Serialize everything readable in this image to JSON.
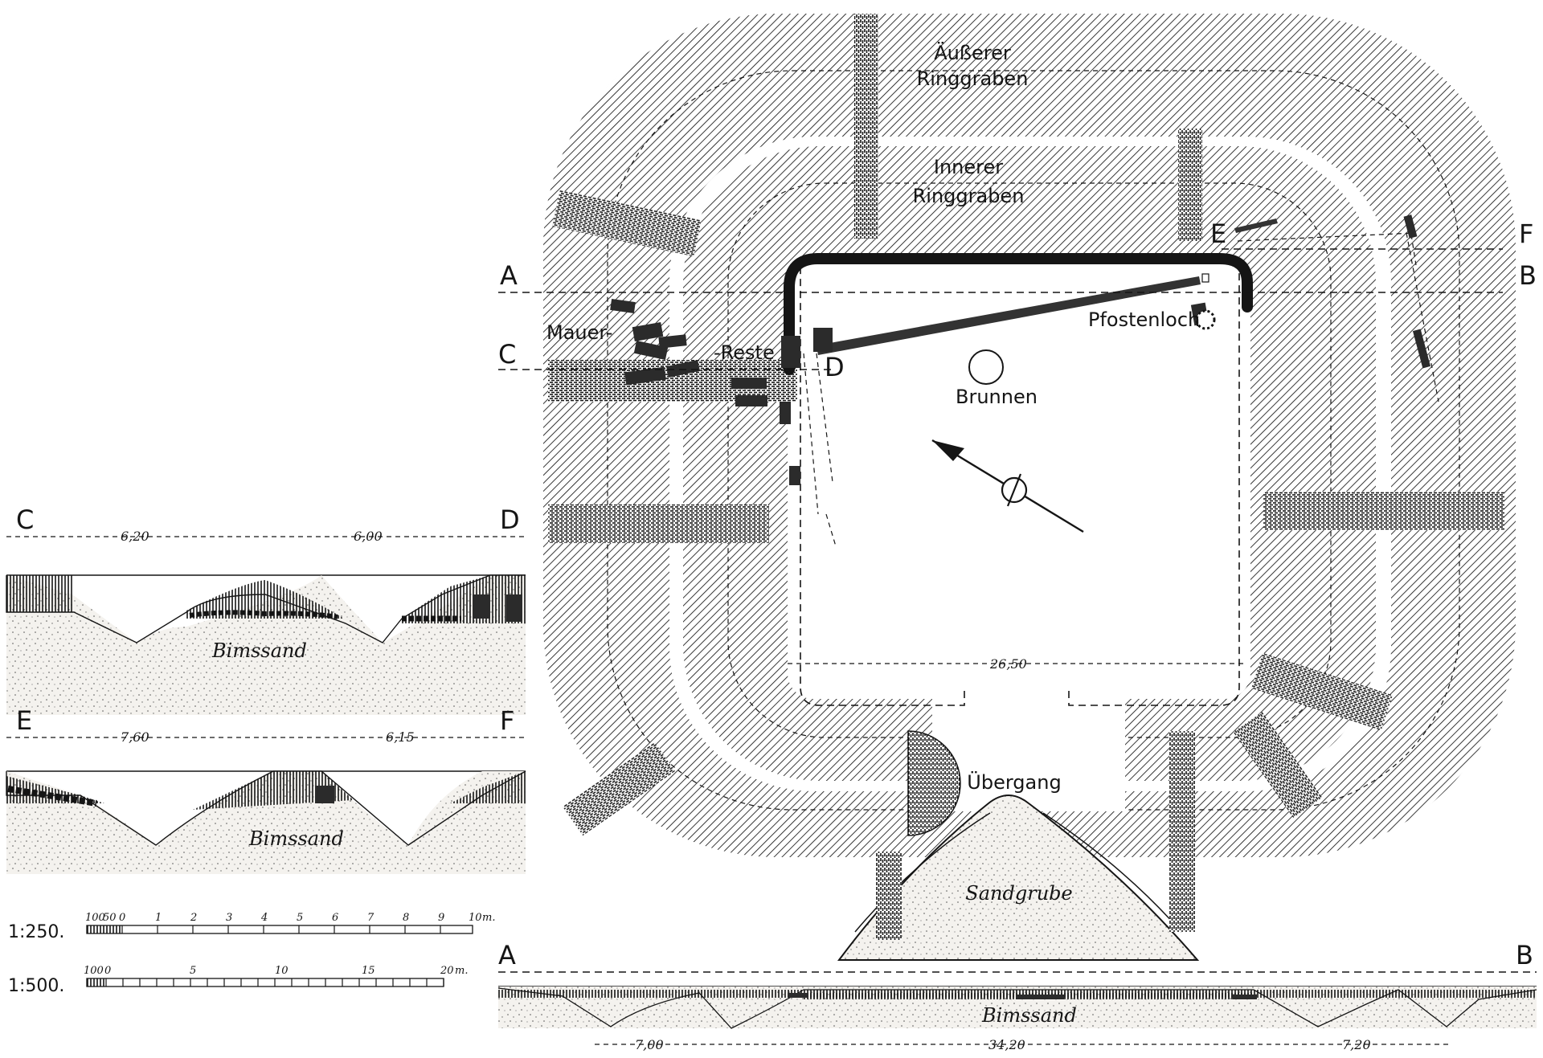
{
  "plan": {
    "labels": {
      "outer_ditch_1": "Äußerer",
      "outer_ditch_2": "Ringgraben",
      "inner_ditch_1": "Innerer",
      "inner_ditch_2": "Ringgraben",
      "wall_remains_1": "Mauer-",
      "wall_remains_2": "-Reste",
      "post_hole": "Pfostenloch",
      "well": "Brunnen",
      "crossing": "Übergang",
      "sand_pit": "Sandgrube"
    },
    "section_letters": {
      "a": "A",
      "b": "B",
      "c": "C",
      "d": "D",
      "e": "E",
      "f": "F"
    },
    "interior_width": "26,50"
  },
  "profiles": {
    "cd": {
      "left_letter": "C",
      "right_letter": "D",
      "left_dim": "6,20",
      "right_dim": "6,00",
      "soil": "Bimssand"
    },
    "ef": {
      "left_letter": "E",
      "right_letter": "F",
      "left_dim": "7,60",
      "right_dim": "6,15",
      "soil": "Bimssand"
    },
    "ab": {
      "left_letter": "A",
      "right_letter": "B",
      "left_dim": "7,00",
      "mid_dim": "34,20",
      "right_dim": "7,20",
      "soil": "Bimssand"
    }
  },
  "scales": {
    "s250": {
      "label": "1:250.",
      "ticks": [
        "100",
        "50",
        "0",
        "1",
        "2",
        "3",
        "4",
        "5",
        "6",
        "7",
        "8",
        "9",
        "10"
      ],
      "unit": "m."
    },
    "s500": {
      "label": "1:500.",
      "ticks": [
        "100",
        "0",
        "5",
        "10",
        "15",
        "20"
      ],
      "unit": "m."
    }
  },
  "colors": {
    "ink": "#151515",
    "paper": "#ffffff",
    "sand": "#f4f2ee"
  }
}
